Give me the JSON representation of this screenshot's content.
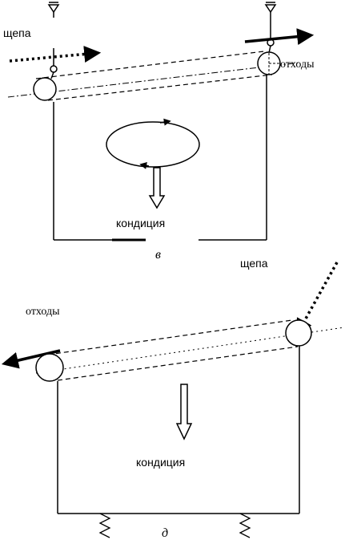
{
  "diagram_a": {
    "label_input": "щепа",
    "label_waste": "отходы",
    "label_product": "кондиция",
    "label_figure": "в"
  },
  "diagram_b": {
    "label_input": "щепа",
    "label_waste": "отходы",
    "label_product": "кондиция",
    "label_figure": "д"
  }
}
